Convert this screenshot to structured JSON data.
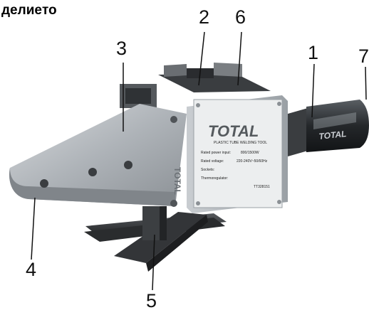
{
  "heading": "делиeто",
  "callouts": [
    "1",
    "2",
    "3",
    "4",
    "5",
    "6",
    "7"
  ],
  "brand": "TOTAL",
  "plate": {
    "brand": "TOTAL",
    "subtitle": "PLASTIC TUBE WELDING TOOL",
    "rows": [
      {
        "label": "Rated power input:",
        "value": "800/1500W"
      },
      {
        "label": "Rated voltage:",
        "value": "220-240V~50/60Hz"
      },
      {
        "label": "Sockets:",
        "value": ""
      },
      {
        "label": "Thermoregulator:",
        "value": ""
      }
    ],
    "model": "TT328151"
  },
  "handle_brand": "TOTAL",
  "colors": {
    "body": "#b9bec3",
    "plate": "#e9ebec",
    "handle": "#2b2f33",
    "stand": "#3a3c3f"
  }
}
